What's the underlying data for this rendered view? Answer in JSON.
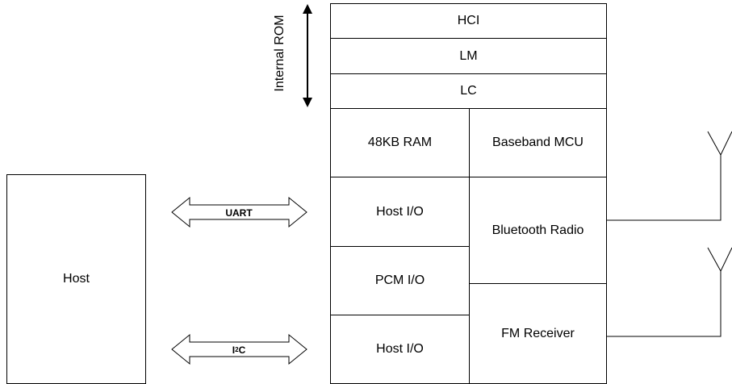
{
  "stack": {
    "hci": "HCI",
    "lm": "LM",
    "lc": "LC",
    "ram": "48KB RAM",
    "baseband": "Baseband MCU",
    "host_io_1": "Host I/O",
    "pcm_io": "PCM I/O",
    "host_io_2": "Host I/O",
    "bt_radio": "Bluetooth Radio",
    "fm_receiver": "FM Receiver"
  },
  "host": {
    "label": "Host"
  },
  "interfaces": {
    "uart": "UART",
    "i2c_prefix": "I",
    "i2c_sup": "2",
    "i2c_suffix": "C"
  },
  "rom_label": "Internal ROM"
}
